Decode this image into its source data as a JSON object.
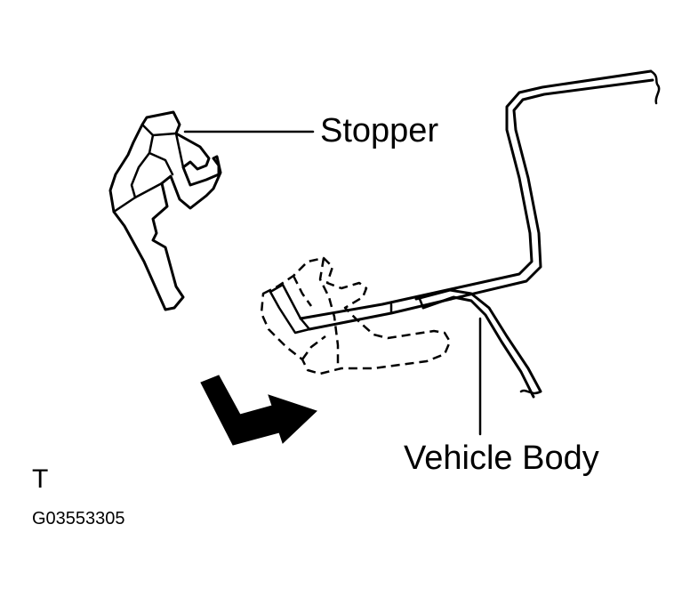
{
  "labels": {
    "stopper": "Stopper",
    "vehicle_body": "Vehicle Body",
    "view_letter": "T",
    "figure_code": "G03553305"
  },
  "colors": {
    "line": "#000000",
    "background": "#ffffff"
  }
}
